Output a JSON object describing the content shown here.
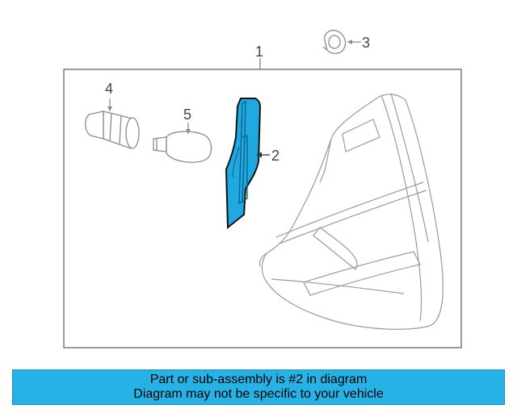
{
  "diagram": {
    "callouts": {
      "assembly": "1",
      "highlighted_part": "2",
      "grommet": "3",
      "bulb_4": "4",
      "bulb_5": "5"
    },
    "colors": {
      "highlight": "#1fa9e0",
      "line": "#8a8a8a",
      "frame": "#7a7a7a"
    }
  },
  "caption": {
    "line1": "Part or sub-assembly is #2 in diagram",
    "line2": "Diagram may not be specific to your vehicle",
    "background": "#27b2e6"
  }
}
